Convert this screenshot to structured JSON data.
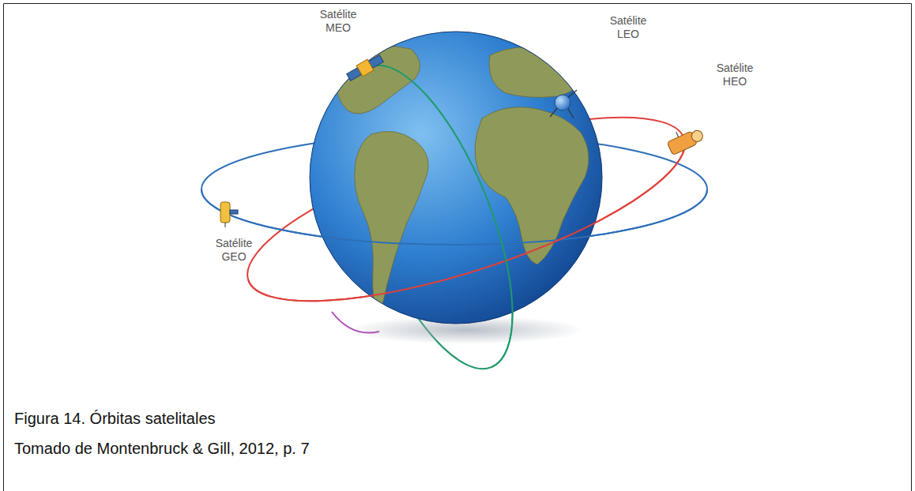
{
  "diagram": {
    "caption": "Figura 14. Órbitas satelitales",
    "labels": [
      "Satélite MEO",
      "Satélite LEO",
      "Satélite HEO",
      "Satélite GEO",
      "Tomado de Montenbruck & Gill, 2012, p. 7"
    ]
  }
}
